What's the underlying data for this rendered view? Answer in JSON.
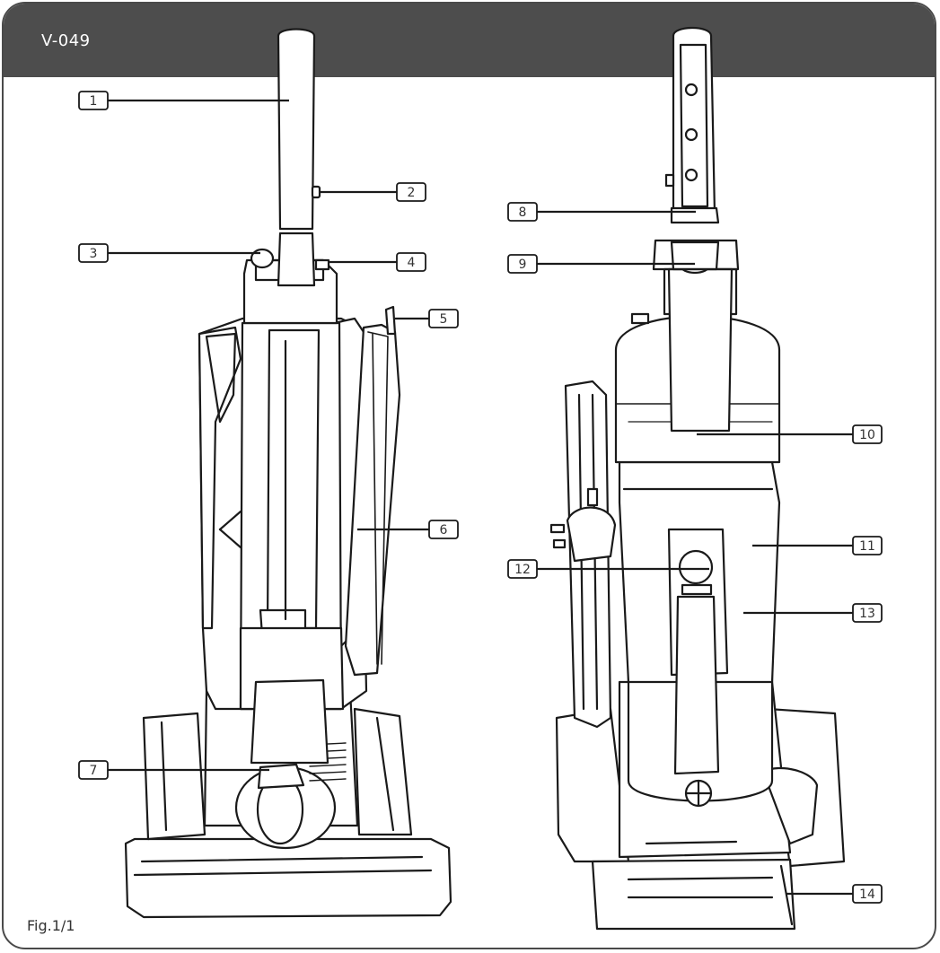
{
  "header": {
    "model_code": "V-049"
  },
  "footer": {
    "figure_label": "Fig.1/1"
  },
  "callouts": [
    "1",
    "2",
    "3",
    "4",
    "5",
    "6",
    "7",
    "8",
    "9",
    "10",
    "11",
    "12",
    "13",
    "14"
  ],
  "colors": {
    "header_bg": "#4d4d4d",
    "frame": "#4a4a4a",
    "line": "#1a1a1a"
  }
}
